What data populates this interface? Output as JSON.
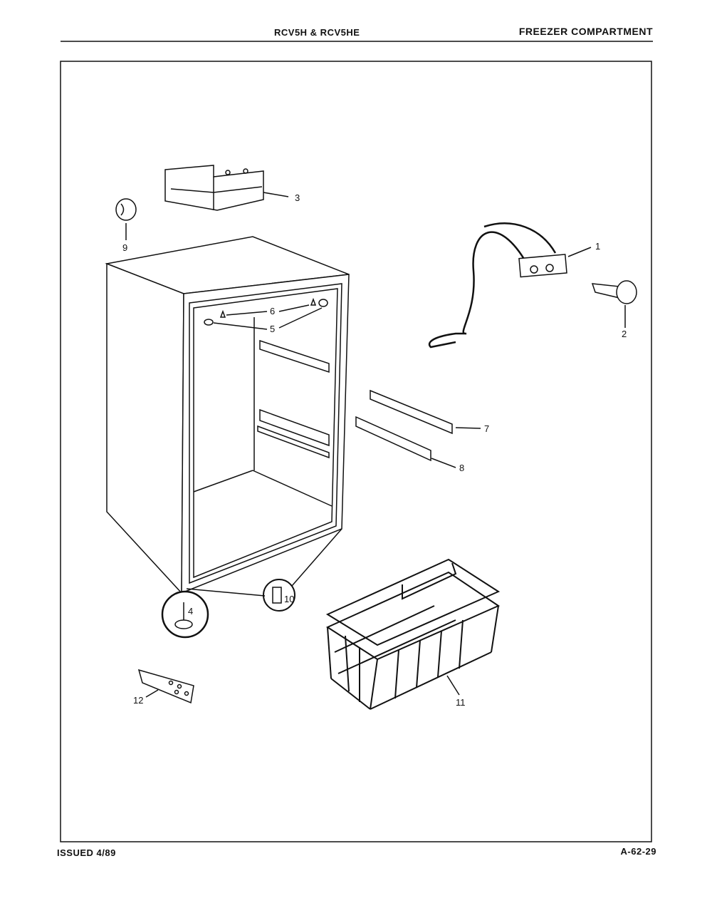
{
  "header": {
    "model": "RCV5H & RCV5HE",
    "section": "FREEZER COMPARTMENT"
  },
  "footer": {
    "issued": "ISSUED 4/89",
    "doc_number": "A-62-29"
  },
  "callouts": [
    "1",
    "2",
    "3",
    "4",
    "5",
    "6",
    "7",
    "8",
    "9",
    "10",
    "11",
    "12"
  ]
}
